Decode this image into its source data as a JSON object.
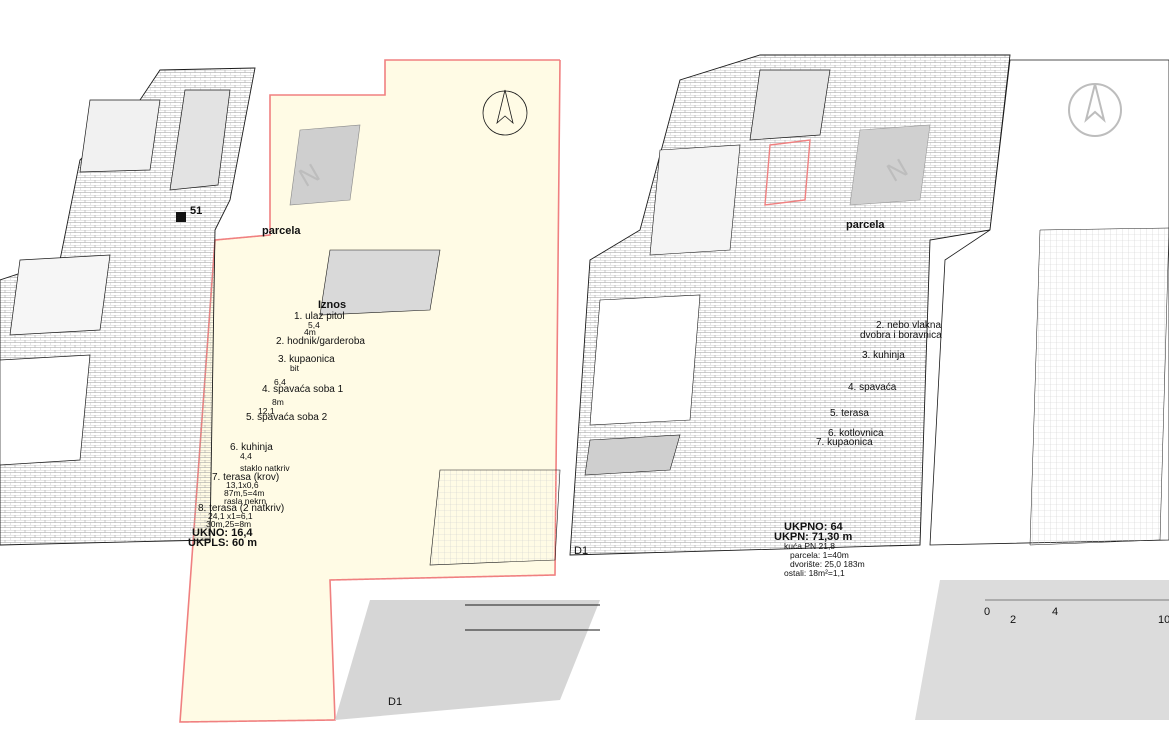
{
  "left_plan": {
    "site_label": "parcela",
    "north_label": "N",
    "corner_marker": "51",
    "area_title": "Iznos",
    "rooms": [
      {
        "no": "1.",
        "name": "ulaz pitol",
        "area": "5,4",
        "unit": "4m"
      },
      {
        "no": "2.",
        "name": "hodnik/garderoba",
        "area": "",
        "unit": ""
      },
      {
        "no": "3.",
        "name": "kupaonica",
        "area": "bit",
        "unit": ""
      },
      {
        "no": "4.",
        "name": "spavaća soba 1",
        "area": "6,4",
        "unit": "8m"
      },
      {
        "no": "5.",
        "name": "spavaća soba 2",
        "area": "12,1",
        "unit": ""
      },
      {
        "no": "6.",
        "name": "kuhinja",
        "area": "4,4",
        "unit": ""
      },
      {
        "no": "7.",
        "name": "terasa (krov)",
        "area": "13,1x0,6",
        "unit": "87m,5=4m"
      },
      {
        "no": "8.",
        "name": "terasa (2 natkriv)",
        "area": "24,1 x1=6,1",
        "unit": "30m,25=8m"
      }
    ],
    "extra_lines": [
      "staklo natkriv",
      "rasla nekrn"
    ],
    "totals": [
      "UKNO: 16,4",
      "UKPLS: 60 m"
    ]
  },
  "right_plan": {
    "site_label": "parcela",
    "north_label": "N",
    "rooms": [
      {
        "no": "2.",
        "name": "nebo vlakna"
      },
      {
        "no": "",
        "name": "dvobra i boravnica"
      },
      {
        "no": "3.",
        "name": "kuhinja"
      },
      {
        "no": "4.",
        "name": "spavaća"
      },
      {
        "no": "5.",
        "name": "terasa"
      },
      {
        "no": "6.",
        "name": "kotlovnica"
      },
      {
        "no": "7.",
        "name": "kupaonica"
      }
    ],
    "summary": [
      "UKPNO: 64",
      "UKPN: 71,30 m",
      "kuća PN 21,8",
      "parcela: 1=40m",
      "dvorište: 25,0 183m",
      "ostali: 18m²=1,1"
    ]
  },
  "scale_bar": {
    "ticks": [
      "0",
      "2",
      "4",
      "10"
    ],
    "left_corner": "D1",
    "mid_corner": "D1"
  },
  "colors": {
    "ink": "#1a1a1a",
    "hatch": "#bdbdbd",
    "boundary": "#f08080",
    "site_fill": "#fffbe5"
  }
}
